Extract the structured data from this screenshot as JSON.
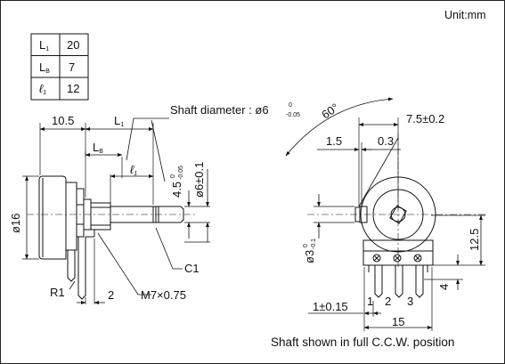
{
  "unit_label": "Unit:mm",
  "table": {
    "rows": [
      {
        "sym": "L",
        "sub": "1",
        "val": "20"
      },
      {
        "sym": "L",
        "sub": "B",
        "val": "7"
      },
      {
        "sym": "ℓ",
        "sub": "1",
        "val": "12"
      }
    ]
  },
  "side_view": {
    "d_10_5": "10.5",
    "l1": "L",
    "l1_sub": "1",
    "lb": "L",
    "lb_sub": "B",
    "ell1": "ℓ",
    "ell1_sub": "1",
    "shaft_label": "Shaft diameter : ø6",
    "shaft_tol_hi": "0",
    "shaft_tol_lo": "-0.05",
    "d45": "4.5",
    "d45_tol_hi": "0",
    "d45_tol_lo": "-0.05",
    "phi6": "ø6±0.1",
    "phi16": "ø16",
    "c1": "C1",
    "r1": "R1",
    "d2": "2",
    "m7": "M7×0.75"
  },
  "front_view": {
    "angle": "60°",
    "d75": "7.5±0.2",
    "d15": "1.5",
    "d03": "0.3",
    "phi3": "ø3",
    "phi3_tol_hi": "0",
    "phi3_tol_lo": "-0.1",
    "d125": "12.5",
    "d4": "4",
    "pin_tol": "1±0.15",
    "pin1": "1",
    "pin2": "2",
    "pin3": "3",
    "d15w": "15"
  },
  "caption": "Shaft shown in full C.C.W. position"
}
